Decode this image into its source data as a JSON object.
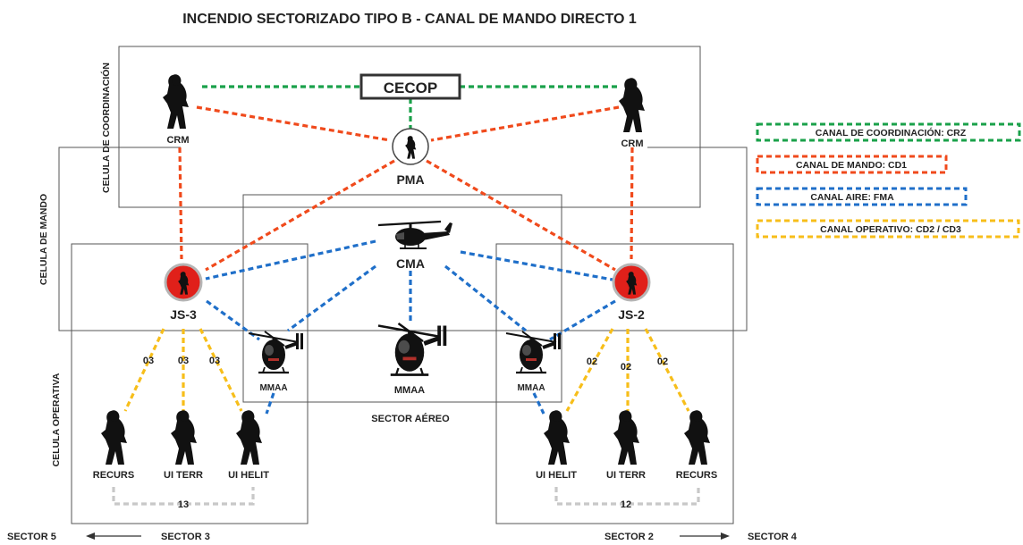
{
  "title": "INCENDIO SECTORIZADO TIPO B - CANAL DE MANDO DIRECTO 1",
  "colors": {
    "coordination": "#1aa14a",
    "command": "#f04a1c",
    "air": "#1f6fc9",
    "operative": "#f7be1a",
    "team": "#c8c8c8",
    "box_border": "#555555",
    "js_red": "#e0201a"
  },
  "cells": {
    "coordinacion": "CELULA DE COORDINACIÓN",
    "mando": "CELULA DE MANDO",
    "operativa": "CELULA OPERATIVA"
  },
  "nodes": {
    "cecop": "CECOP",
    "crm_left": "CRM",
    "crm_right": "CRM",
    "pma": "PMA",
    "cma": "CMA",
    "js3": "JS-3",
    "js2": "JS-2",
    "mmaa_left": "MMAA",
    "mmaa_center": "MMAA",
    "mmaa_right": "MMAA",
    "recurs_left": "RECURS",
    "uiterr_left": "UI TERR",
    "uihelit_left": "UI HELIT",
    "uihelit_right": "UI HELIT",
    "uiterr_right": "UI TERR",
    "recurs_right": "RECURS"
  },
  "channel_numbers": {
    "left_a": "03",
    "left_b": "03",
    "left_c": "03",
    "right_a": "02",
    "right_b": "02",
    "right_c": "02",
    "team_left": "13",
    "team_right": "12"
  },
  "sector_aereo": "SECTOR AÉREO",
  "sectors": {
    "s5": "SECTOR 5",
    "s3": "SECTOR 3",
    "s2": "SECTOR 2",
    "s4": "SECTOR 4"
  },
  "legend": {
    "coordinacion": "CANAL DE COORDINACIÓN: CRZ",
    "mando": "CANAL DE MANDO: CD1",
    "aire": "CANAL AIRE: FMA",
    "operativo": "CANAL OPERATIVO: CD2 / CD3"
  },
  "icons": {
    "person": "person-silhouette-icon",
    "helicopter": "helicopter-icon",
    "commander": "commander-badge-icon"
  }
}
